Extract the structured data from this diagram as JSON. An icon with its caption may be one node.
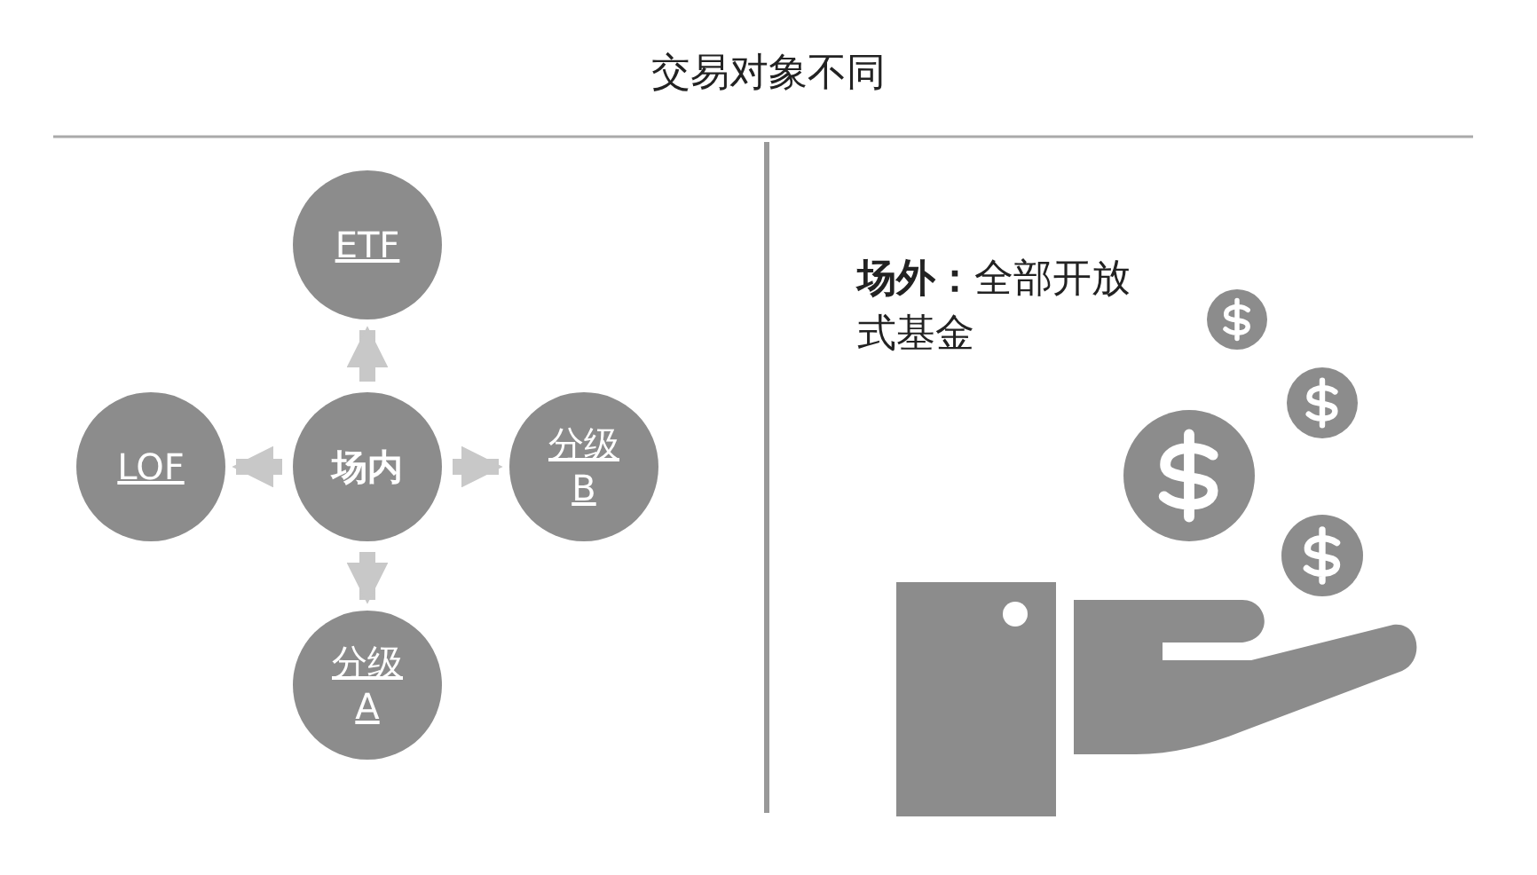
{
  "diagram": {
    "title": "交易对象不同",
    "nodes": [
      {
        "text": [
          "场内"
        ]
      },
      {
        "text": [
          "ETF"
        ]
      },
      {
        "text": [
          "LOF"
        ]
      },
      {
        "text": [
          "分级B"
        ]
      },
      {
        "text": [
          "分级A"
        ]
      }
    ],
    "edges": [
      {
        "from": 0,
        "to": 1,
        "arrow": "to"
      },
      {
        "from": 0,
        "to": 2,
        "arrow": "to"
      },
      {
        "from": 0,
        "to": 3,
        "arrow": "to"
      },
      {
        "from": 0,
        "to": 4,
        "arrow": "to"
      }
    ],
    "labels": [
      "**场外：**全部开放式基金"
    ]
  }
}
